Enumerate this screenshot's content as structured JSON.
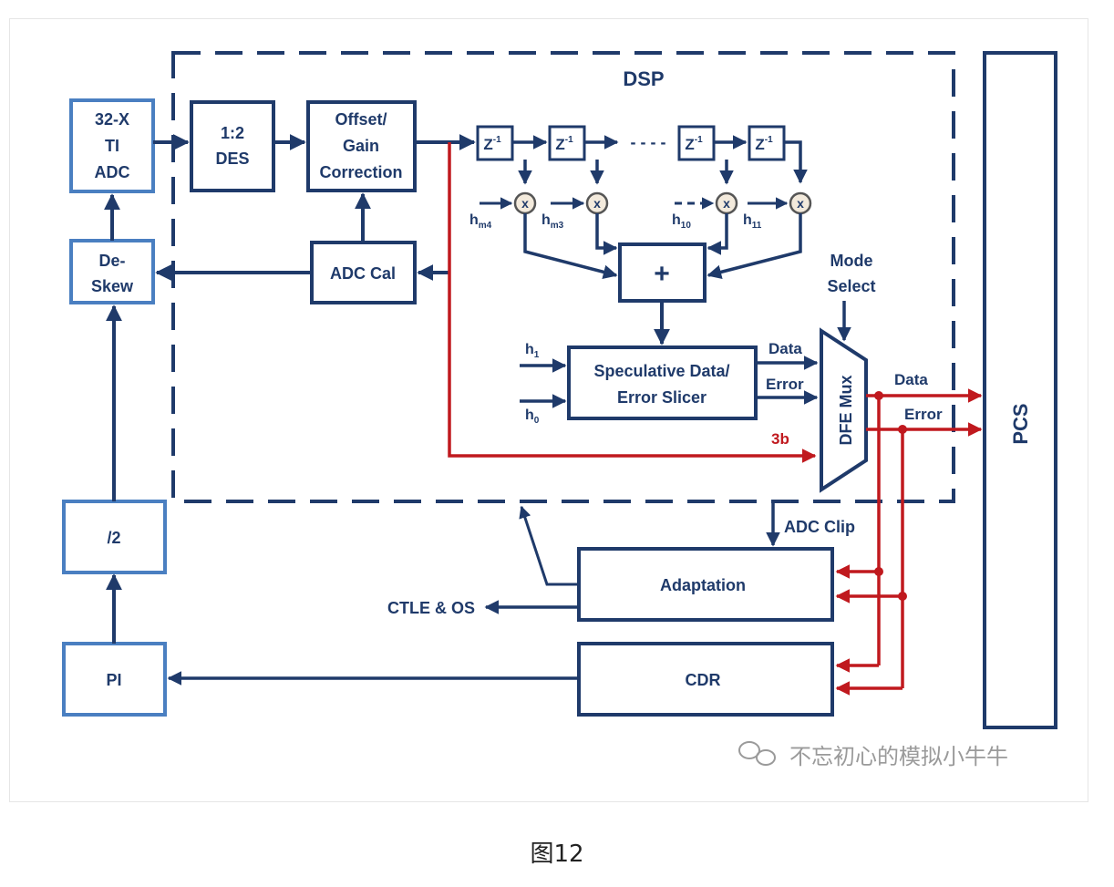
{
  "blocks": {
    "ti_adc": [
      "32-X",
      "TI",
      "ADC"
    ],
    "des": [
      "1:2",
      "DES"
    ],
    "offset_gain": [
      "Offset/",
      "Gain",
      "Correction"
    ],
    "adc_cal": "ADC Cal",
    "deskew": [
      "De-",
      "Skew"
    ],
    "div2": "/2",
    "pi": "PI",
    "adaptation": "Adaptation",
    "cdr": "CDR",
    "pcs": "PCS",
    "slicer": [
      "Speculative Data/",
      "Error Slicer"
    ],
    "dfe_mux": "DFE Mux",
    "sum": "+",
    "delay": "Z",
    "delay_exp": "-1",
    "mult": "x"
  },
  "labels": {
    "dsp": "DSP",
    "mode_select": [
      "Mode",
      "Select"
    ],
    "adc_clip": "ADC Clip",
    "ctle_os": "CTLE & OS",
    "slicer_data": "Data",
    "slicer_error": "Error",
    "out_data": "Data",
    "out_error": "Error",
    "three_b": "3b",
    "ellipsis": "- - - -"
  },
  "taps": [
    {
      "base": "h",
      "sub": "m4"
    },
    {
      "base": "h",
      "sub": "m3"
    },
    {
      "base": "h",
      "sub": "10"
    },
    {
      "base": "h",
      "sub": "11"
    }
  ],
  "slicer_inputs": [
    {
      "base": "h",
      "sub": "1"
    },
    {
      "base": "h",
      "sub": "0"
    }
  ],
  "watermark": "不忘初心的模拟小牛牛",
  "caption": "图12",
  "colors": {
    "navy": "#1f3a6a",
    "light_blue": "#4a7fc1",
    "red": "#c0191e"
  }
}
